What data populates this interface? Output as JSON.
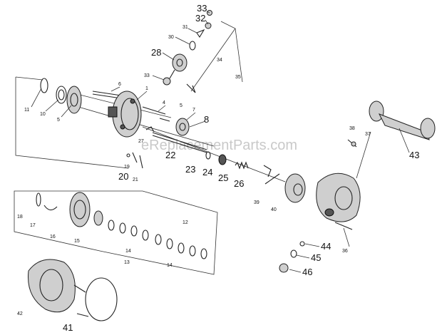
{
  "watermark": "eReplacementParts.com",
  "labels": {
    "p1": "1",
    "p4": "4",
    "p5a": "5",
    "p5b": "5",
    "p6": "6",
    "p7": "7",
    "p8": "8",
    "p10": "10",
    "p11": "11",
    "p12": "12",
    "p13": "13",
    "p14a": "14",
    "p14b": "14",
    "p15": "15",
    "p16": "16",
    "p17": "17",
    "p18": "18",
    "p19": "19",
    "p20": "20",
    "p21": "21",
    "p22": "22",
    "p23": "23",
    "p24": "24",
    "p25": "25",
    "p26": "26",
    "p27": "27",
    "p28": "28",
    "p30": "30",
    "p31": "31",
    "p32": "32",
    "p33a": "33",
    "p33b": "33",
    "p34": "34",
    "p35": "35",
    "p36": "36",
    "p37": "37",
    "p38": "38",
    "p39": "39",
    "p40": "40",
    "p41": "41",
    "p42": "42",
    "p43": "43",
    "p44": "44",
    "p45": "45",
    "p46": "46"
  }
}
